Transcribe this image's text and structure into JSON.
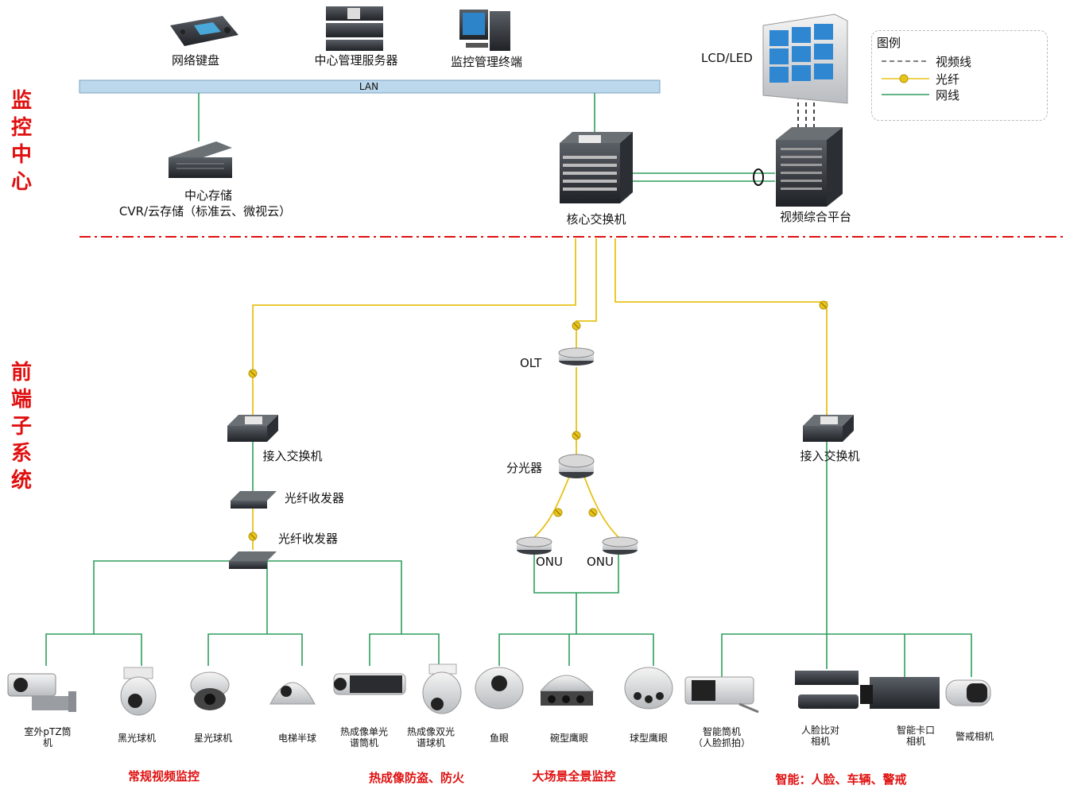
{
  "side_labels": {
    "center": "监控中心",
    "frontend": "前端子系统"
  },
  "legend": {
    "title": "图例",
    "video_line": "视频线",
    "fiber": "光纤",
    "network": "网线"
  },
  "lan_label": "LAN",
  "center": {
    "keyboard": "网络键盘",
    "mgmt_server": "中心管理服务器",
    "terminal": "监控管理终端",
    "lcd": "LCD/LED",
    "storage_1": "中心存储",
    "storage_2": "CVR/云存储（标准云、微视云）",
    "core_switch": "核心交换机",
    "video_platform": "视频综合平台"
  },
  "frontend": {
    "access_switch_left": "接入交换机",
    "transceiver_1": "光纤收发器",
    "transceiver_2": "光纤收发器",
    "olt": "OLT",
    "splitter": "分光器",
    "onu_1": "ONU",
    "onu_2": "ONU",
    "access_switch_right": "接入交换机"
  },
  "cameras": [
    {
      "l1": "室外pTZ筒",
      "l2": "机"
    },
    {
      "l1": "黑光球机",
      "l2": ""
    },
    {
      "l1": "星光球机",
      "l2": ""
    },
    {
      "l1": "电梯半球",
      "l2": ""
    },
    {
      "l1": "热成像单光",
      "l2": "谱筒机"
    },
    {
      "l1": "热成像双光",
      "l2": "谱球机"
    },
    {
      "l1": "鱼眼",
      "l2": ""
    },
    {
      "l1": "碗型鹰眼",
      "l2": ""
    },
    {
      "l1": "球型鹰眼",
      "l2": ""
    },
    {
      "l1": "智能筒机",
      "l2": "（人脸抓拍）"
    },
    {
      "l1": "人脸比对",
      "l2": "相机"
    },
    {
      "l1": "智能卡口",
      "l2": "相机"
    },
    {
      "l1": "警戒相机",
      "l2": ""
    }
  ],
  "categories": {
    "normal": "常规视频监控",
    "thermal": "热成像防盗、防火",
    "panorama": "大场景全景监控",
    "smart": "智能：人脸、车辆、警戒"
  },
  "colors": {
    "network": "#2e9e5b",
    "fiber": "#e8c31a",
    "red": "#e01010",
    "lan": "#bcd8ec"
  }
}
